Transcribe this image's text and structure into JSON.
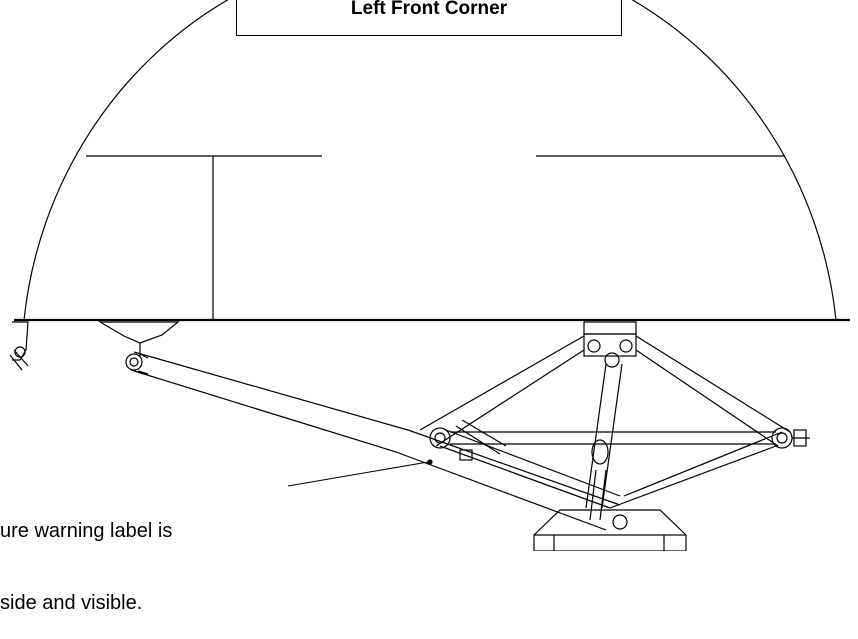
{
  "header": {
    "title": "Left Front Corner"
  },
  "callout": {
    "line1": "ure warning label is",
    "line2": "side and visible."
  }
}
